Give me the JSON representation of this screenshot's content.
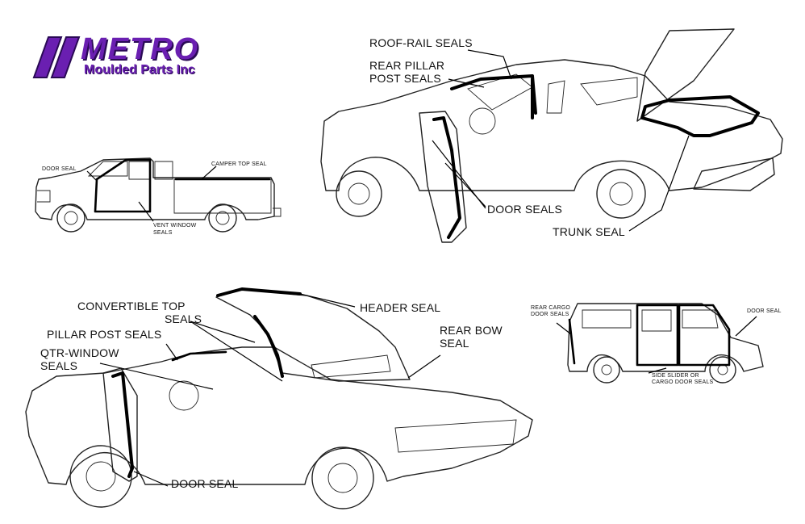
{
  "logo": {
    "name": "METRO",
    "subtitle": "Moulded Parts Inc",
    "brand_color": "#6a1fb1",
    "shadow_color": "#2a0a55"
  },
  "truck": {
    "door_seal": "DOOR SEAL",
    "camper_top_seal": "CAMPER TOP SEAL",
    "vent_window_line1": "VENT WINDOW",
    "vent_window_line2": "SEALS"
  },
  "sedan": {
    "roof_rail": "ROOF-RAIL SEALS",
    "rear_pillar_line1": "REAR PILLAR",
    "rear_pillar_line2": "POST SEALS",
    "door_seals": "DOOR SEALS",
    "trunk_seal": "TRUNK SEAL"
  },
  "convertible": {
    "convertible_top_line1": "CONVERTIBLE TOP",
    "convertible_top_line2": "SEALS",
    "pillar_post": "PILLAR POST SEALS",
    "qtr_window_line1": "QTR-WINDOW",
    "qtr_window_line2": "SEALS",
    "header_seal": "HEADER SEAL",
    "rear_bow_line1": "REAR BOW",
    "rear_bow_line2": "SEAL",
    "door_seal": "DOOR SEAL"
  },
  "van": {
    "rear_cargo_line1": "REAR CARGO",
    "rear_cargo_line2": "DOOR SEALS",
    "door_seal": "DOOR SEAL",
    "side_slider_line1": "SIDE SLIDER OR",
    "side_slider_line2": "CARGO DOOR SEALS"
  }
}
